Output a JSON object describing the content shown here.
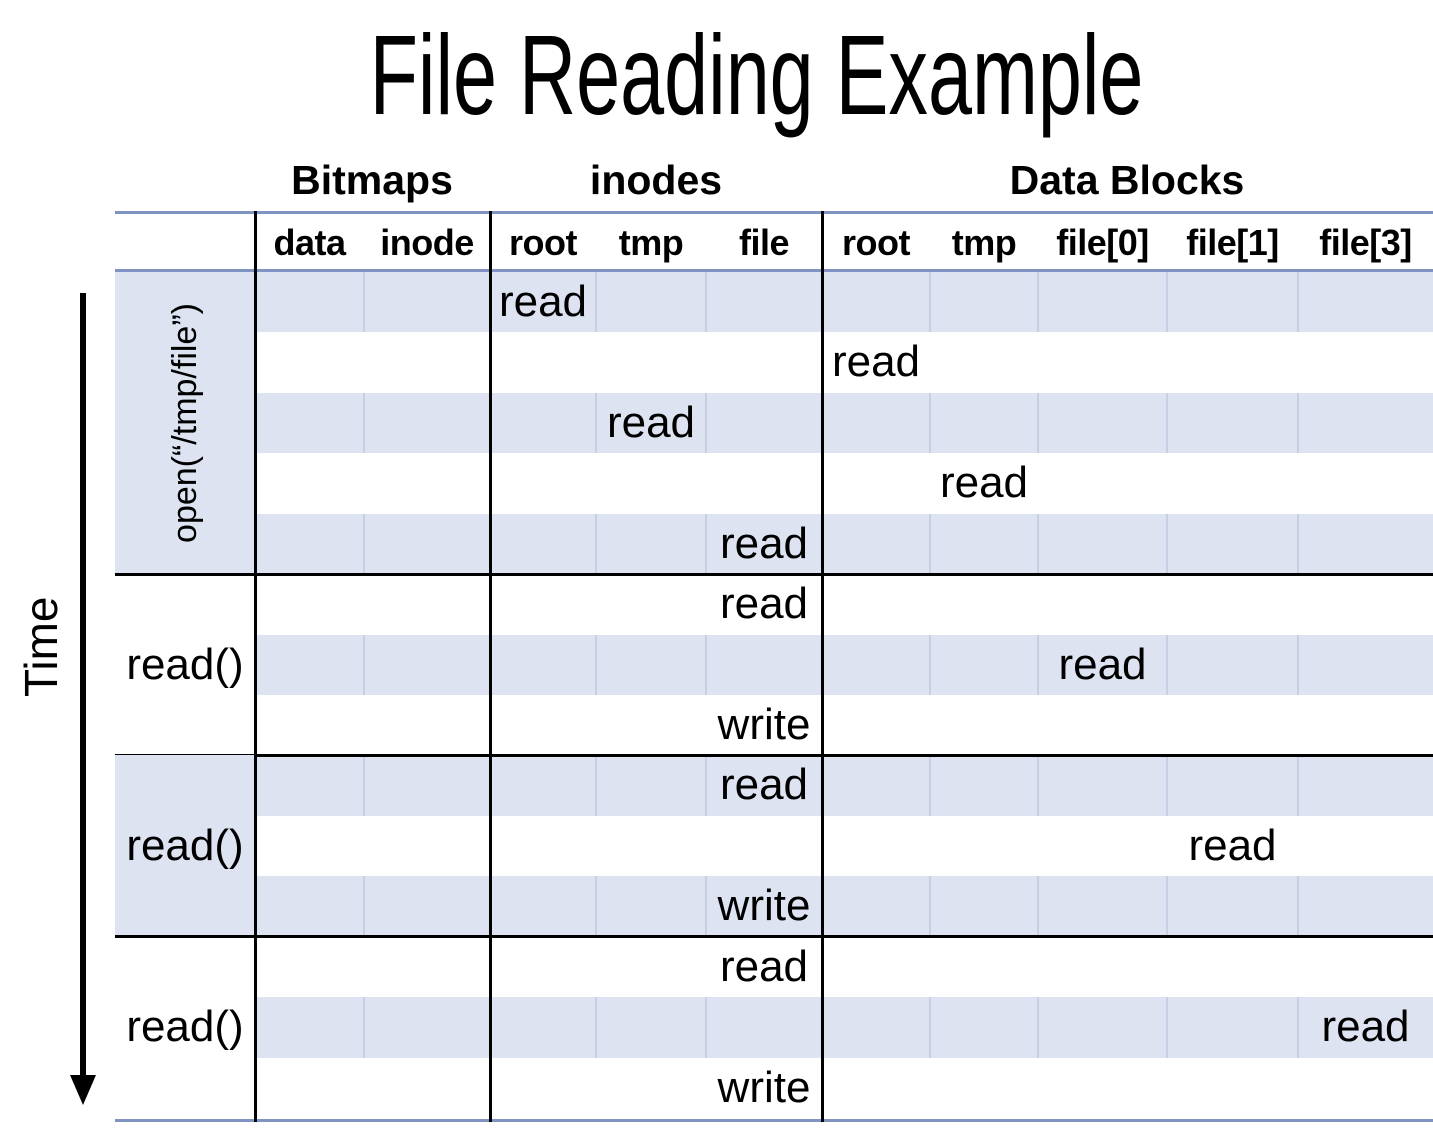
{
  "title": "File Reading Example",
  "time_axis": {
    "label": "Time"
  },
  "table": {
    "groups": [
      {
        "label": "Bitmaps",
        "columns": [
          "data",
          "inode"
        ]
      },
      {
        "label": "inodes",
        "columns": [
          "root",
          "tmp",
          "file"
        ]
      },
      {
        "label": "Data Blocks",
        "columns": [
          "root",
          "tmp",
          "file[0]",
          "file[1]",
          "file[3]"
        ]
      }
    ],
    "operations": [
      {
        "label": "open(“/tmp/file”)",
        "steps": [
          {
            "column_group": "inodes",
            "column": "root",
            "action": "read"
          },
          {
            "column_group": "Data Blocks",
            "column": "root",
            "action": "read"
          },
          {
            "column_group": "inodes",
            "column": "tmp",
            "action": "read"
          },
          {
            "column_group": "Data Blocks",
            "column": "tmp",
            "action": "read"
          },
          {
            "column_group": "inodes",
            "column": "file",
            "action": "read"
          }
        ]
      },
      {
        "label": "read()",
        "steps": [
          {
            "column_group": "inodes",
            "column": "file",
            "action": "read"
          },
          {
            "column_group": "Data Blocks",
            "column": "file[0]",
            "action": "read"
          },
          {
            "column_group": "inodes",
            "column": "file",
            "action": "write"
          }
        ]
      },
      {
        "label": "read()",
        "steps": [
          {
            "column_group": "inodes",
            "column": "file",
            "action": "read"
          },
          {
            "column_group": "Data Blocks",
            "column": "file[1]",
            "action": "read"
          },
          {
            "column_group": "inodes",
            "column": "file",
            "action": "write"
          }
        ]
      },
      {
        "label": "read()",
        "steps": [
          {
            "column_group": "inodes",
            "column": "file",
            "action": "read"
          },
          {
            "column_group": "Data Blocks",
            "column": "file[3]",
            "action": "read"
          },
          {
            "column_group": "inodes",
            "column": "file",
            "action": "write"
          }
        ]
      }
    ]
  },
  "colors": {
    "row_shade": "#dde3f1",
    "column_separator": "#c6cfe4",
    "accent_line": "#8094c4",
    "grid_line": "#000000",
    "text": "#000000"
  }
}
